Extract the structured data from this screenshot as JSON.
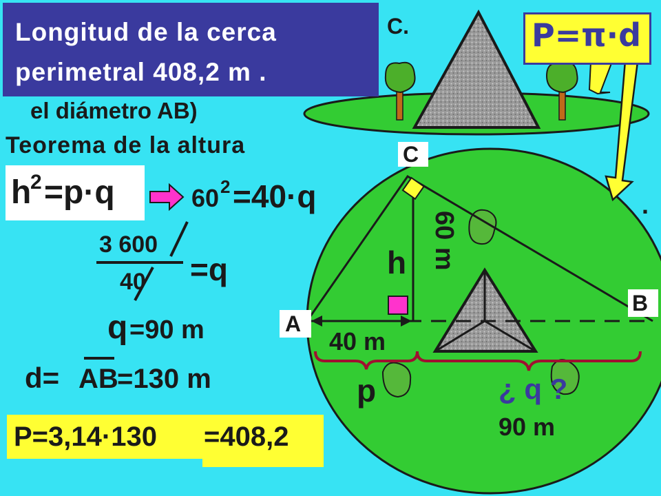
{
  "title_box": {
    "line1": "Longitud de la cerca",
    "line2": "perimetral 408,2 m ."
  },
  "partial_text": {
    "c_label": "C.",
    "diameter_note": "el diámetro AB)",
    "dot": "."
  },
  "formula_box": {
    "text": "P=π·d"
  },
  "theorem_title": "Teorema de la altura",
  "altitude_formula": {
    "h": "h",
    "exp": "2",
    "rest": "=p·q"
  },
  "substitution": {
    "base": "60",
    "exp": "2",
    "rest": "=40·q"
  },
  "fraction": {
    "numerator": "3 600",
    "denominator": "40",
    "result": "=q"
  },
  "q_result": {
    "q": "q",
    "rest": "=90 m"
  },
  "diameter": {
    "d": "d=",
    "ab": "AB",
    "rest": "=130 m"
  },
  "perimeter_box": {
    "part1": "P=3,14·130",
    "part2": "=408,2"
  },
  "figure": {
    "vertex_a": "A",
    "vertex_b": "B",
    "vertex_c": "C",
    "h_label": "h",
    "height_value": "60 m",
    "p_value": "40 m",
    "p_label": "p",
    "q_label": "¿ q ?",
    "q_value": "90 m"
  },
  "colors": {
    "background": "#37e3f3",
    "field": "#33cc33",
    "box_bg": "#3a3a9e",
    "formula_bg": "#ffff33",
    "arrow_fill": "#ffff33",
    "magenta": "#ff33cc"
  }
}
